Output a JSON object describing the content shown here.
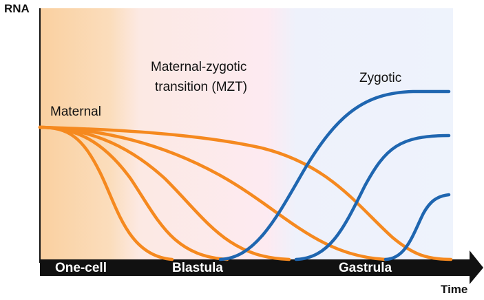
{
  "axes": {
    "y_label": "RNA",
    "x_label": "Time"
  },
  "phases": [
    {
      "label": "One-cell"
    },
    {
      "label": "Blastula"
    },
    {
      "label": "Gastrula"
    }
  ],
  "annotations": {
    "maternal": "Maternal",
    "mzt_line1": "Maternal-zygotic",
    "mzt_line2": "transition (MZT)",
    "zygotic": "Zygotic"
  },
  "colors": {
    "maternal": "#F5891F",
    "zygotic": "#1F66B0",
    "one_cell_bg": "#FAD5A8",
    "blastula_bg": "#FCE8EE",
    "gastrula_bg": "#EBF1FB",
    "axis": "#111111"
  }
}
